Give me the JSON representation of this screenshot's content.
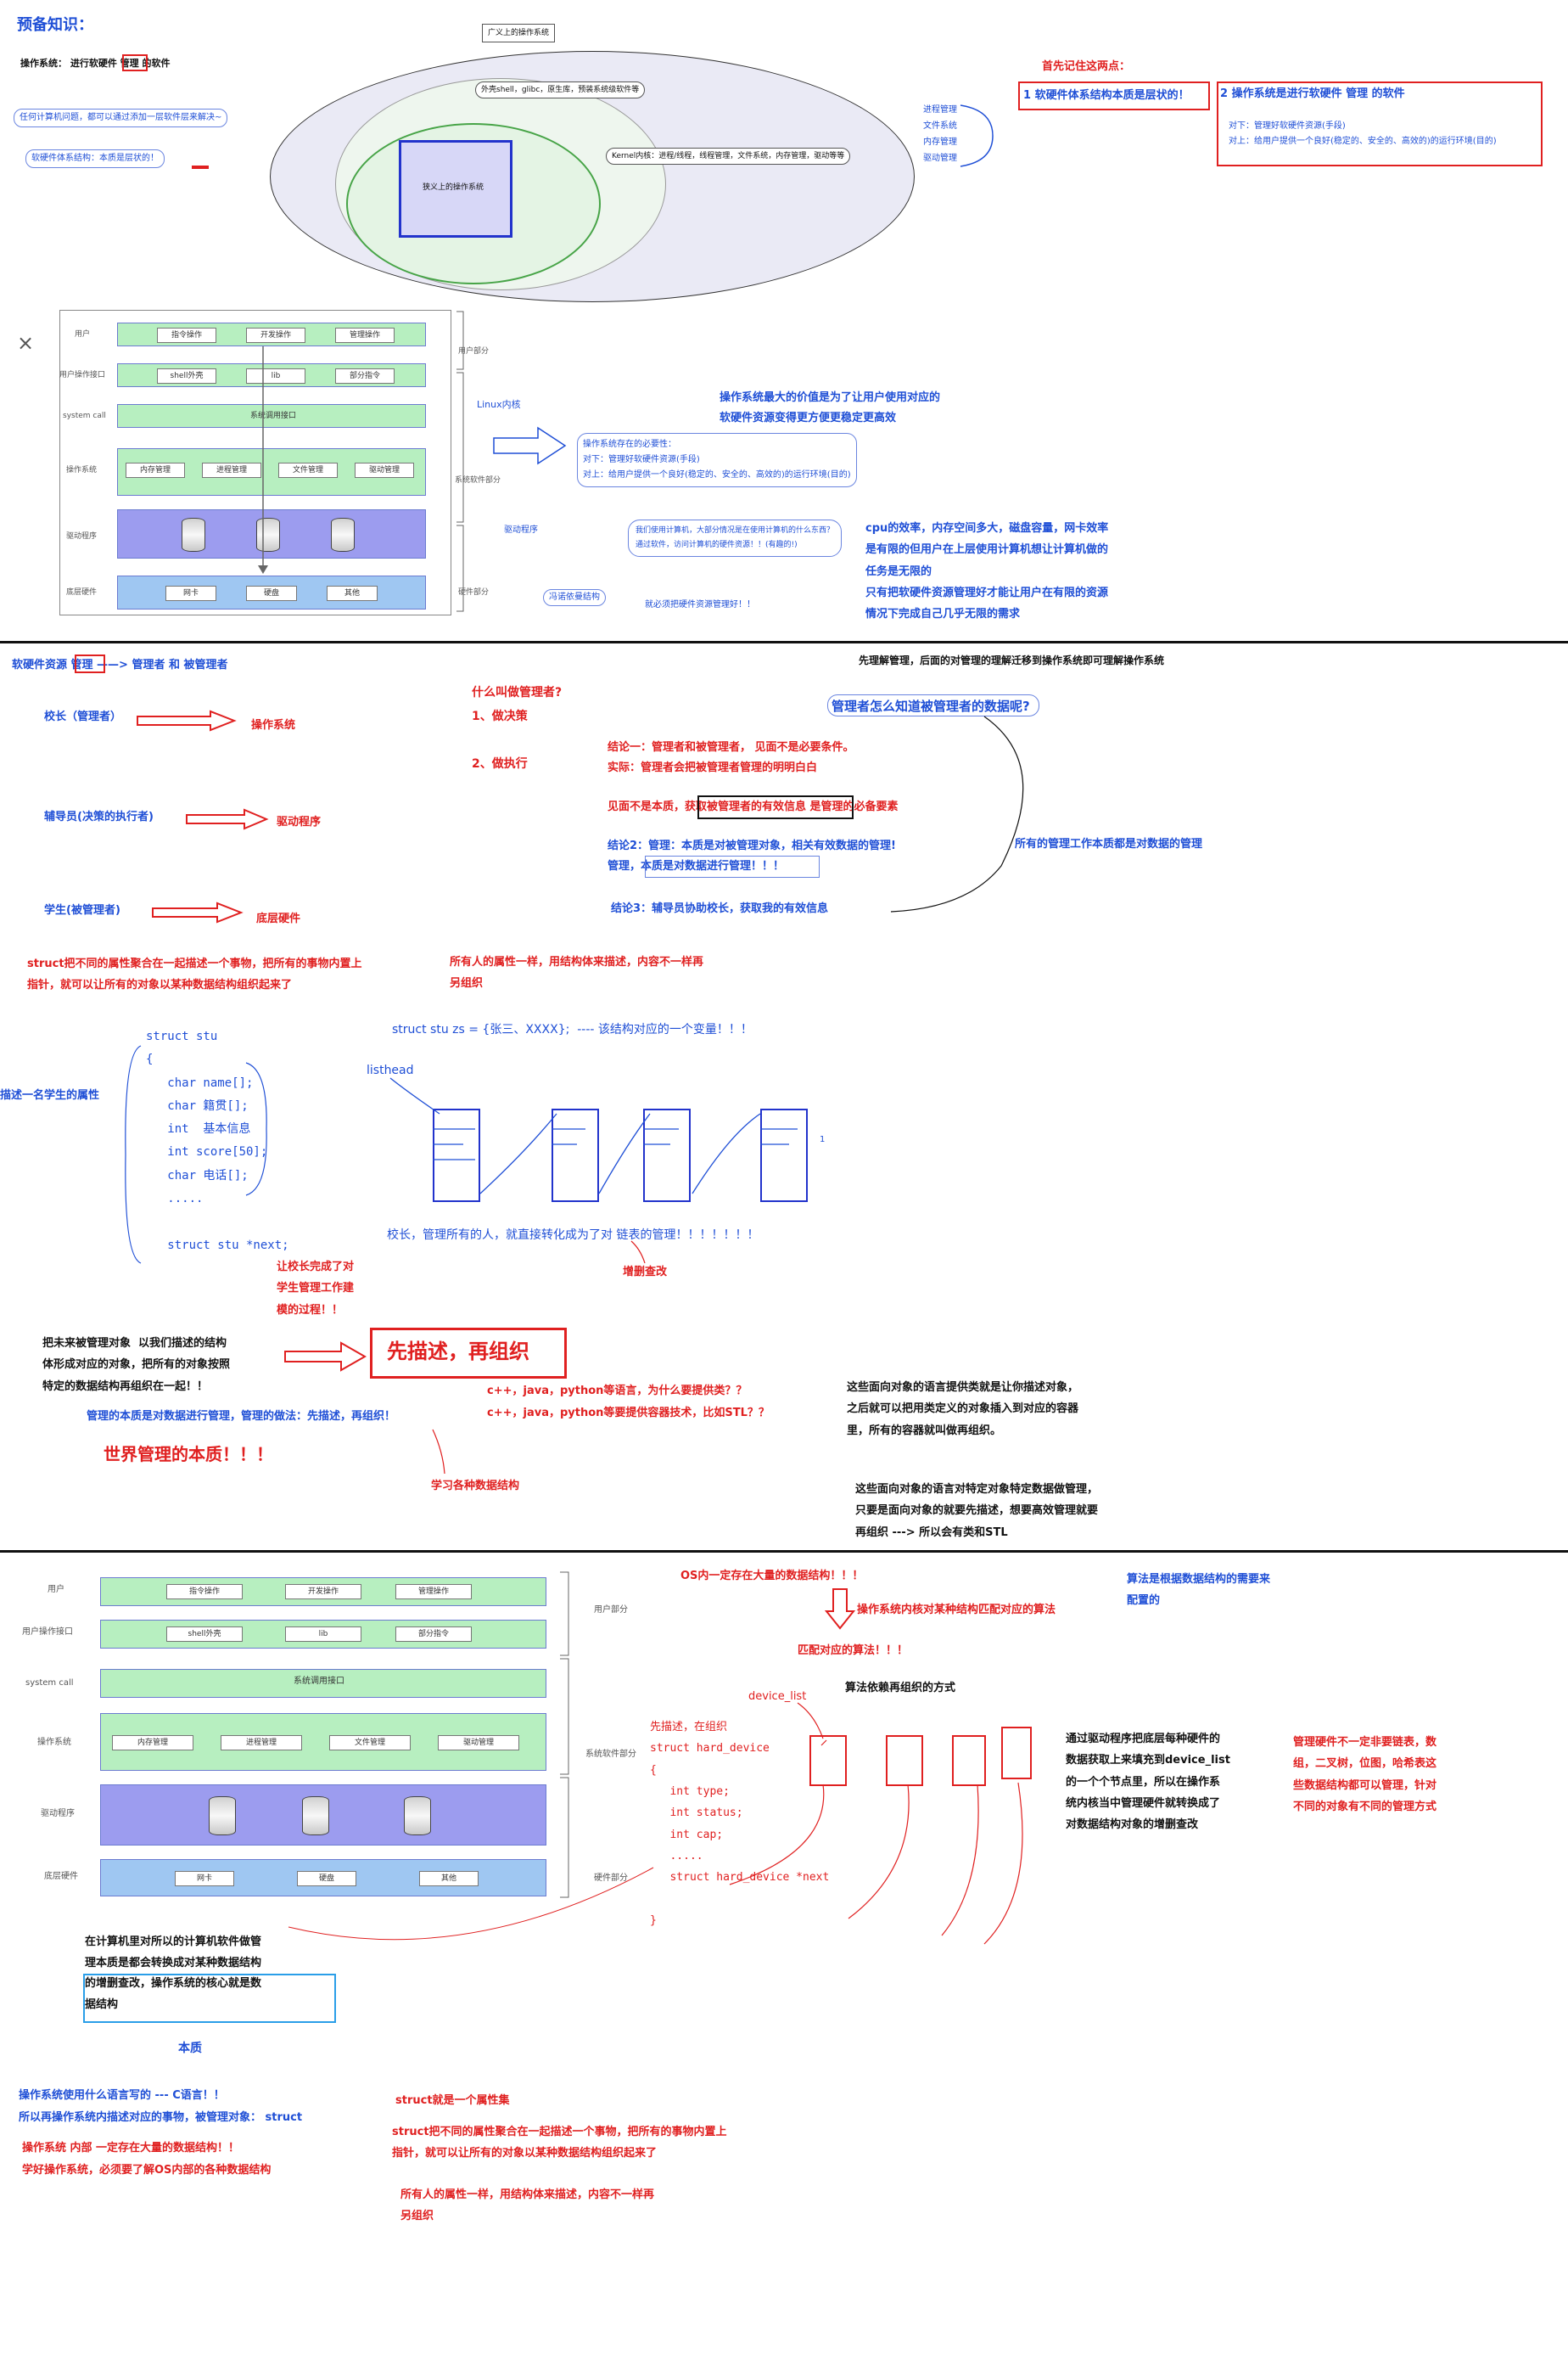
{
  "sec1": {
    "title": "预备知识：",
    "def": "操作系统： 进行软硬件 管理 的软件",
    "note1": "任何计算机问题，都可以通过添加一层软件层来解决~",
    "note2": "软硬件体系结构：本质是层状的！",
    "ellipse_outer": "广义上的操作系统",
    "ellipse_shell": "外壳shell，glibc，原生库，预装系统级软件等",
    "ellipse_kernel": "Kernel内核：进程/线程，线程管理，文件系统，内存管理，驱动等等",
    "ellipse_core": "狭义上的操作系统",
    "mgmt_list": [
      "进程管理",
      "文件系统",
      "内存管理",
      "驱动管理"
    ],
    "remember": "首先记住这两点：",
    "point1": "1 软硬件体系结构本质是层状的！",
    "point2": "2 操作系统是进行软硬件 管理 的软件",
    "down": "对下：管理好软硬件资源(手段)",
    "up": "对上：给用户提供一个良好(稳定的、安全的、高效的)的运行环境(目的)"
  },
  "stack1": {
    "rows": [
      {
        "label": "用户",
        "items": [
          "指令操作",
          "开发操作",
          "管理操作"
        ]
      },
      {
        "label": "用户操作接口",
        "items": [
          "shell外壳",
          "lib",
          "部分指令"
        ]
      },
      {
        "label": "system call",
        "items": [
          "系统调用接口"
        ]
      },
      {
        "label": "操作系统",
        "items": [
          "内存管理",
          "进程管理",
          "文件管理",
          "驱动管理"
        ]
      },
      {
        "label": "驱动程序",
        "items": [
          "",
          "",
          ""
        ]
      },
      {
        "label": "底层硬件",
        "items": [
          "网卡",
          "硬盘",
          "其他"
        ]
      }
    ],
    "right_labels": [
      "用户部分",
      "Linux内核",
      "系统软件部分",
      "驱动程序",
      "硬件部分"
    ],
    "purpose_title": "操作系统存在的必要性：",
    "purpose_down": "对下：管理好软硬件资源(手段)",
    "purpose_up": "对上：给用户提供一个良好(稳定的、安全的、高效的)的运行环境(目的)",
    "value1": "操作系统最大的价值是为了让用户使用对应的",
    "value2": "软硬件资源变得更方便更稳定更高效",
    "cpu1": "cpu的效率，内存空间多大，磁盘容量，网卡效率",
    "cpu2": "是有限的但用户在上层使用计算机想让计算机做的",
    "cpu3": "任务是无限的",
    "cpu4": "只有把软硬件资源管理好才能让用户在有限的资源",
    "cpu5": "情况下完成自己几乎无限的需求",
    "bubble1": "我们使用计算机，大部分情况是在使用计算机的什么东西？",
    "bubble2": "通过软件，访问计算机的硬件资源！！(有趣的!)",
    "feng": "冯诺依曼结构",
    "must": "就必须把硬件资源管理好！！"
  },
  "sec2": {
    "topic": "软硬件资源 管理 ——> 管理者 和 被管理者",
    "understand": "先理解管理，后面的对管理的理解迁移到操作系统即可理解操作系统",
    "what": "什么叫做管理者?",
    "what1": "1、做决策",
    "what2": "2、做执行",
    "q": "管理者怎么知道被管理者的数据呢?",
    "c1": "结论一：管理者和被管理者， 见面不是必要条件。",
    "c1b": "实际：管理者会把被管理者管理的明明白白",
    "c1c": "见面不是本质，获取被管理者的有效信息 是管理的必备要素",
    "c2": "结论2：管理：本质是对被管理对象，相关有效数据的管理!",
    "c2b": "管理，本质是对数据进行管理！！！",
    "c3": "结论3：辅导员协助校长，获取我的有效信息",
    "all_mgmt": "所有的管理工作本质都是对数据的管理",
    "roles": [
      {
        "who": "校长（管理者）",
        "map": "操作系统"
      },
      {
        "who": "辅导员(决策的执行者)",
        "map": "驱动程序"
      },
      {
        "who": "学生(被管理者)",
        "map": "底层硬件"
      }
    ],
    "struct_desc1": "struct把不同的属性聚合在一起描述一个事物，把所有的事物内置上",
    "struct_desc2": "指针，就可以让所有的对象以某种数据结构组织起来了",
    "attr1": "所有人的属性一样，用结构体来描述，内容不一样再",
    "attr2": "另组织",
    "code": [
      "struct stu",
      "{",
      "   char name[];",
      "   char 籍贯[];",
      "   int  基本信息",
      "   int score[50];",
      "   char 电话[];",
      "   .....",
      "",
      "   struct stu *next;"
    ],
    "describe_label": "描述一名学生的属性",
    "zs": "struct stu zs = {张三、XXXX};  ---- 该结构对应的一个变量！！！",
    "listhead": "listhead",
    "principal": "校长，管理所有的人，就直接转化成为了对 链表的管理！！！！！！！",
    "crud": "增删查改",
    "finish1": "让校长完成了对",
    "finish2": "学生管理工作建",
    "finish3": "模的过程！！",
    "model1": "把未来被管理对象  以我们描述的结构",
    "model2": "体形成对应的对象，把所有的对象按照",
    "model3": "特定的数据结构再组织在一起！！",
    "slogan": "先描述，再组织",
    "essence": "管理的本质是对数据进行管理，管理的做法：先描述，再组织！",
    "world": "世界管理的本质！！！",
    "learn": "学习各种数据结构",
    "cpp1": "c++，java，python等语言，为什么要提供类？？",
    "cpp2": "c++，java，python等要提供容器技术，比如STL？？",
    "oop1": "这些面向对象的语言提供类就是让你描述对象，",
    "oop2": "之后就可以把用类定义的对象插入到对应的容器",
    "oop3": "里，所有的容器就叫做再组织。",
    "oop4": "这些面向对象的语言对特定对象特定数据做管理，",
    "oop5": "只要是面向对象的就要先描述，想要高效管理就要",
    "oop6": "再组织 ---> 所以会有类和STL"
  },
  "sec3": {
    "os_data": "OS内一定存在大量的数据结构！！！",
    "kernel_algo": "操作系统内核对某种结构匹配对应的算法",
    "match": "匹配对应的算法！！！",
    "algo_cfg1": "算法是根据数据结构的需要来",
    "algo_cfg2": "配置的",
    "device_list": "device_list",
    "algo_org": "算法依赖再组织的方式",
    "code": [
      "先描述，在组织",
      "struct hard_device",
      "{",
      "   int type;",
      "   int status;",
      "   int cap;",
      "   .....",
      "   struct hard_device *next",
      "",
      "}"
    ],
    "driver1": "通过驱动程序把底层每种硬件的",
    "driver2": "数据获取上来填充到device_list",
    "driver3": "的一个个节点里，所以在操作系",
    "driver4": "统内核当中管理硬件就转换成了",
    "driver5": "对数据结构对象的增删查改",
    "hw1": "管理硬件不一定非要链表，数",
    "hw2": "组，二叉树，位图，哈希表这",
    "hw3": "些数据结构都可以管理，针对",
    "hw4": "不同的对象有不同的管理方式",
    "core1": "在计算机里对所以的计算机软件做管",
    "core2": "理本质是都会转换成对某种数据结构",
    "core3": "的增删查改，操作系统的核心就是数",
    "core4": "据结构",
    "essence_label": "本质",
    "lang1": "操作系统使用什么语言写的 --- C语言！！",
    "lang2": "所以再操作系统内描述对应的事物，被管理对象： struct",
    "lang3": "操作系统 内部 一定存在大量的数据结构！！",
    "lang4": "学好操作系统，必须要了解OS内部的各种数据结构",
    "struct_attr": "struct就是一个属性集",
    "struct_desc1": "struct把不同的属性聚合在一起描述一个事物，把所有的事物内置上",
    "struct_desc2": "指针，就可以让所有的对象以某种数据结构组织起来了",
    "attr1": "所有人的属性一样，用结构体来描述，内容不一样再",
    "attr2": "另组织"
  },
  "stack2": {
    "rows": [
      {
        "label": "用户",
        "items": [
          "指令操作",
          "开发操作",
          "管理操作"
        ]
      },
      {
        "label": "用户操作接口",
        "items": [
          "shell外壳",
          "lib",
          "部分指令"
        ]
      },
      {
        "label": "system call",
        "items": [
          "系统调用接口"
        ]
      },
      {
        "label": "操作系统",
        "items": [
          "内存管理",
          "进程管理",
          "文件管理",
          "驱动管理"
        ]
      },
      {
        "label": "驱动程序",
        "items": [
          "",
          "",
          ""
        ]
      },
      {
        "label": "底层硬件",
        "items": [
          "网卡",
          "硬盘",
          "其他"
        ]
      }
    ],
    "right_labels": [
      "用户部分",
      "系统软件部分",
      "硬件部分"
    ]
  },
  "colors": {
    "blue": "#1f4fd6",
    "red": "#e02020",
    "layer_green": "#b7efc0",
    "layer_purple": "#9c9cef",
    "layer_blue": "#9fc7f2"
  }
}
